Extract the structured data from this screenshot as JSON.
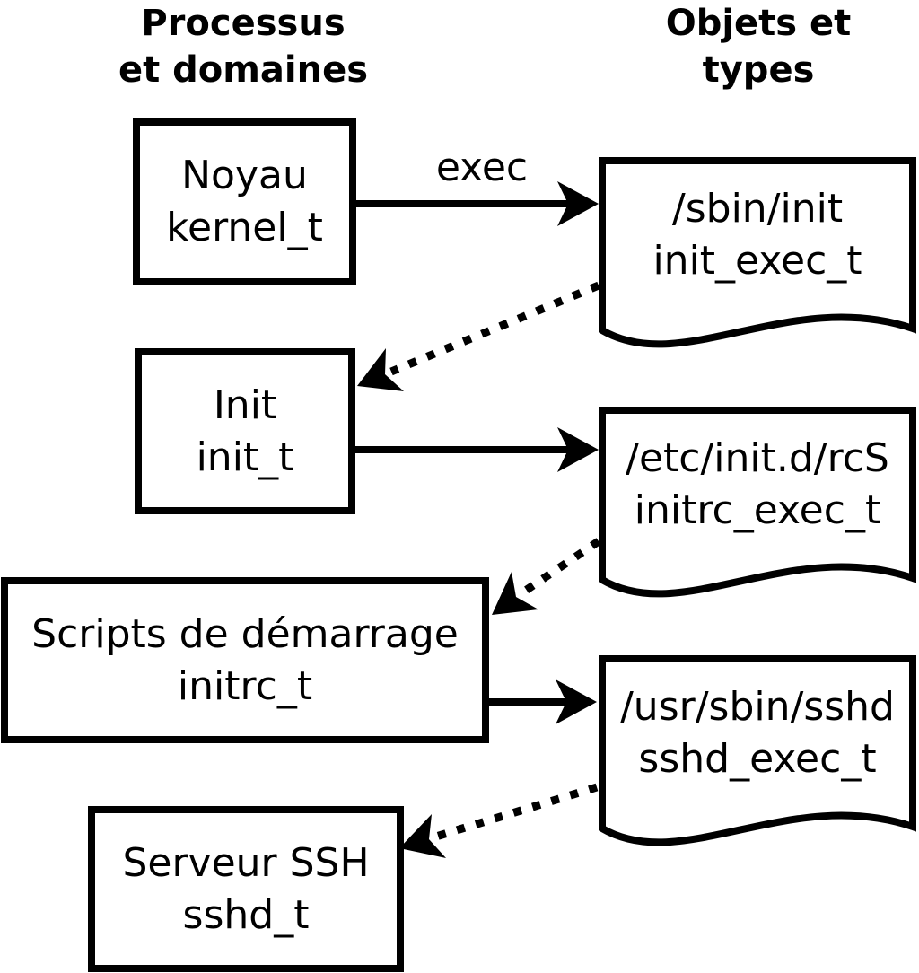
{
  "diagram": {
    "headers": {
      "left": {
        "line1": "Processus",
        "line2": "et domaines"
      },
      "right": {
        "line1": "Objets et",
        "line2": "types"
      }
    },
    "process_boxes": [
      {
        "name": "Noyau",
        "type": "kernel_t"
      },
      {
        "name": "Init",
        "type": "init_t"
      },
      {
        "name": "Scripts de démarrage",
        "type": "initrc_t"
      },
      {
        "name": "Serveur SSH",
        "type": "sshd_t"
      }
    ],
    "object_docs": [
      {
        "path": "/sbin/init",
        "type": "init_exec_t"
      },
      {
        "path": "/etc/init.d/rcS",
        "type": "initrc_exec_t"
      },
      {
        "path": "/usr/sbin/sshd",
        "type": "sshd_exec_t"
      }
    ],
    "arrow_labels": {
      "exec": "exec"
    },
    "colors": {
      "foreground": "#000000",
      "background": "#ffffff"
    }
  }
}
